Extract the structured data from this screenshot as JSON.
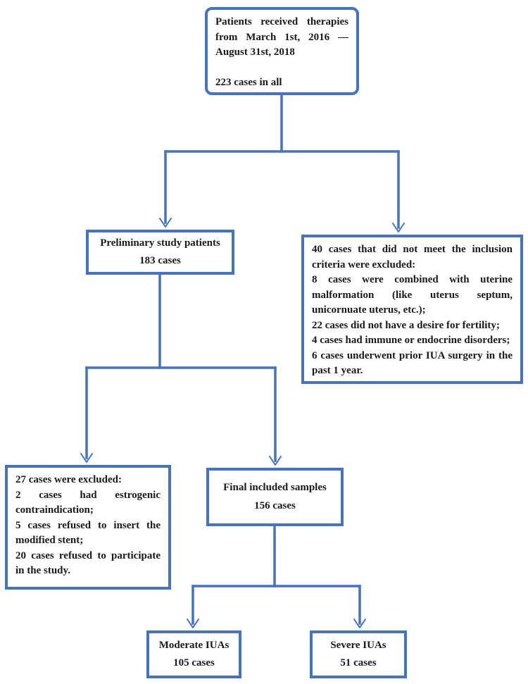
{
  "figure": {
    "type": "flowchart",
    "description": "Patient enrollment flow diagram"
  },
  "colors": {
    "accent": "#4472C4",
    "text": "#1a1a1a",
    "background": "#ffffff"
  },
  "boxes": {
    "enrollment": {
      "paragraphs": [
        "Patients received therapies from March 1st, 2016 — August 31st, 2018",
        "223 cases in all"
      ]
    },
    "preliminary": {
      "lines": [
        "Preliminary study patients",
        "183 cases"
      ]
    },
    "inclusion_excluded": {
      "paragraphs": [
        "40 cases that did not meet the inclusion criteria were excluded:",
        "8 cases were combined with uterine malformation (like uterus septum, unicornuate uterus, etc.);",
        "22 cases did not have a desire for fertility;",
        "4 cases had immune or endocrine disorders;",
        "6 cases underwent prior IUA surgery in the past 1 year."
      ]
    },
    "stent_excluded": {
      "paragraphs": [
        "27 cases were excluded:",
        "2 cases had estrogenic contraindication;",
        "5 cases refused to insert the modified stent;",
        "20 cases refused to participate in the study."
      ]
    },
    "final": {
      "lines": [
        "Final included samples",
        "156 cases"
      ]
    },
    "moderate": {
      "lines": [
        "Moderate IUAs",
        "105 cases"
      ]
    },
    "severe": {
      "lines": [
        "Severe IUAs",
        "51 cases"
      ]
    }
  }
}
